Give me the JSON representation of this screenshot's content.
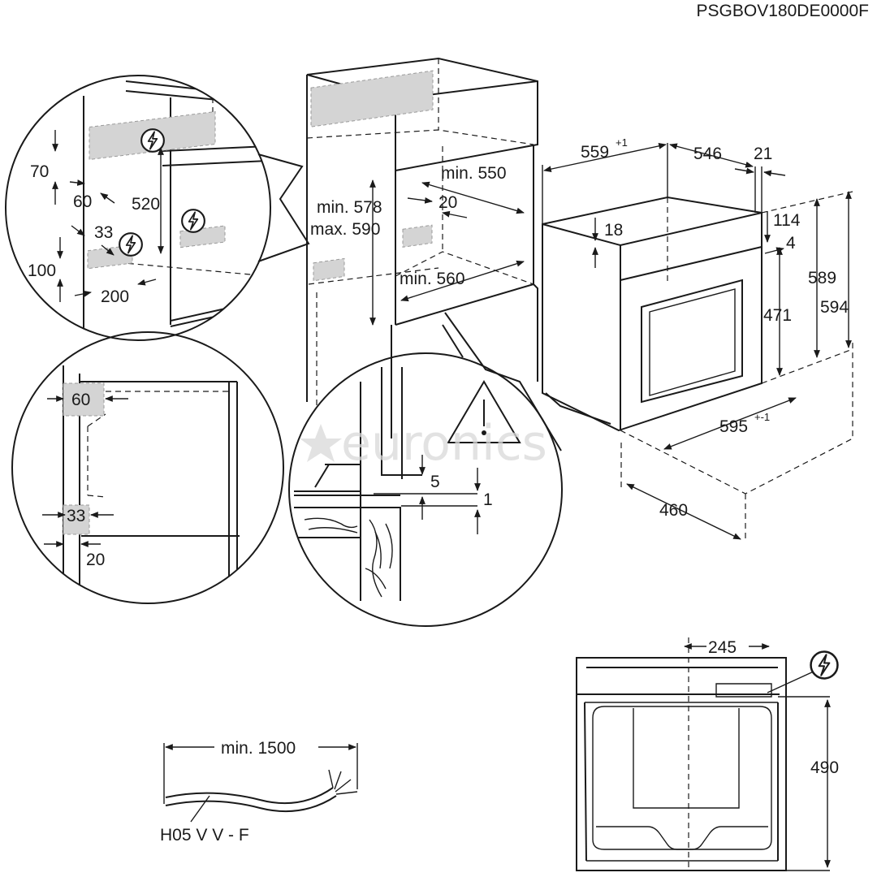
{
  "model_code": "PSGBOV180DE0000F",
  "watermark": "euronics",
  "top_left_detail": {
    "labels": {
      "d70": "70",
      "d60": "60",
      "d520": "520",
      "d33": "33",
      "d100": "100",
      "d200": "200"
    },
    "icons": [
      "electric-warning-icon",
      "electric-warning-icon",
      "electric-warning-icon"
    ]
  },
  "cabinet": {
    "labels": {
      "min550": "min. 550",
      "d20": "20",
      "min578": "min. 578",
      "max590": "max. 590",
      "min560": "min. 560"
    }
  },
  "appliance": {
    "labels": {
      "d559": "559",
      "d559_sup": "+1",
      "d546": "546",
      "d21": "21",
      "d114": "114",
      "d4": "4",
      "d18": "18",
      "d589": "589",
      "d594": "594",
      "d471": "471",
      "d595": "595",
      "d595_sup": "+-1",
      "d460": "460"
    }
  },
  "left_panel_detail": {
    "labels": {
      "d60": "60",
      "d33": "33",
      "d20": "20"
    }
  },
  "floor_detail": {
    "labels": {
      "d5": "5",
      "d1": "1"
    },
    "icon": "warning-triangle-icon"
  },
  "cable": {
    "labels": {
      "min1500": "min. 1500",
      "type": "H05 V V - F"
    }
  },
  "rear_view": {
    "labels": {
      "d245": "245",
      "d490": "490"
    },
    "icon": "electric-warning-icon"
  }
}
